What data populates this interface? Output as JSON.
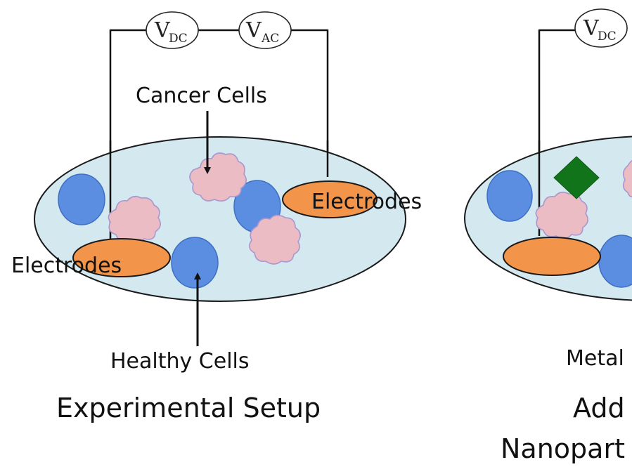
{
  "left_panel": {
    "meter_dc": {
      "main": "V",
      "sub": "DC"
    },
    "meter_ac": {
      "main": "V",
      "sub": "AC"
    },
    "cancer_cells_label": "Cancer Cells",
    "electrodes_label_right": "Electrodes",
    "electrodes_label_left": "Electrodes",
    "healthy_cells_label": "Healthy Cells",
    "caption": "Experimental Setup"
  },
  "right_panel": {
    "meter_dc": {
      "main": "V",
      "sub": "DC"
    },
    "metal_label": "Metal",
    "caption_line1": "Add",
    "caption_line2": "Nanopart"
  },
  "colors": {
    "dish_fill": "#d4e8ef",
    "healthy_cell": "#5b8de0",
    "cancer_cell": "#ebbcc3",
    "electrode": "#f2954a",
    "nanoparticle": "#11741a"
  }
}
